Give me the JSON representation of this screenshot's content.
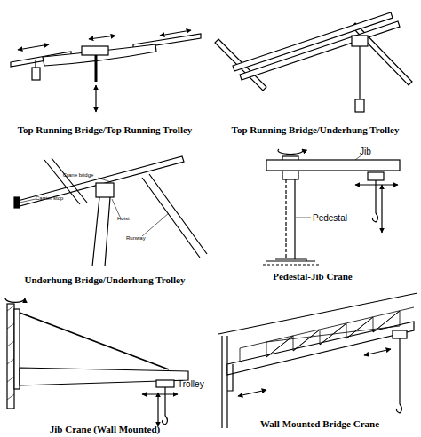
{
  "diagram": {
    "labels": [
      "Top Running Bridge/Top Running Trolley",
      "Top Running Bridge/Underhung Trolley",
      "Crane bridge",
      "Jib",
      "Carrier stop",
      "Hoist",
      "Pedestal",
      "Runway",
      "Underhung Bridge/Underhung Trolley",
      "Pedestal-Jib Crane",
      "Trolley",
      "Wall Mounted Bridge Crane",
      "Jib Crane (Wall Mounted)"
    ]
  }
}
